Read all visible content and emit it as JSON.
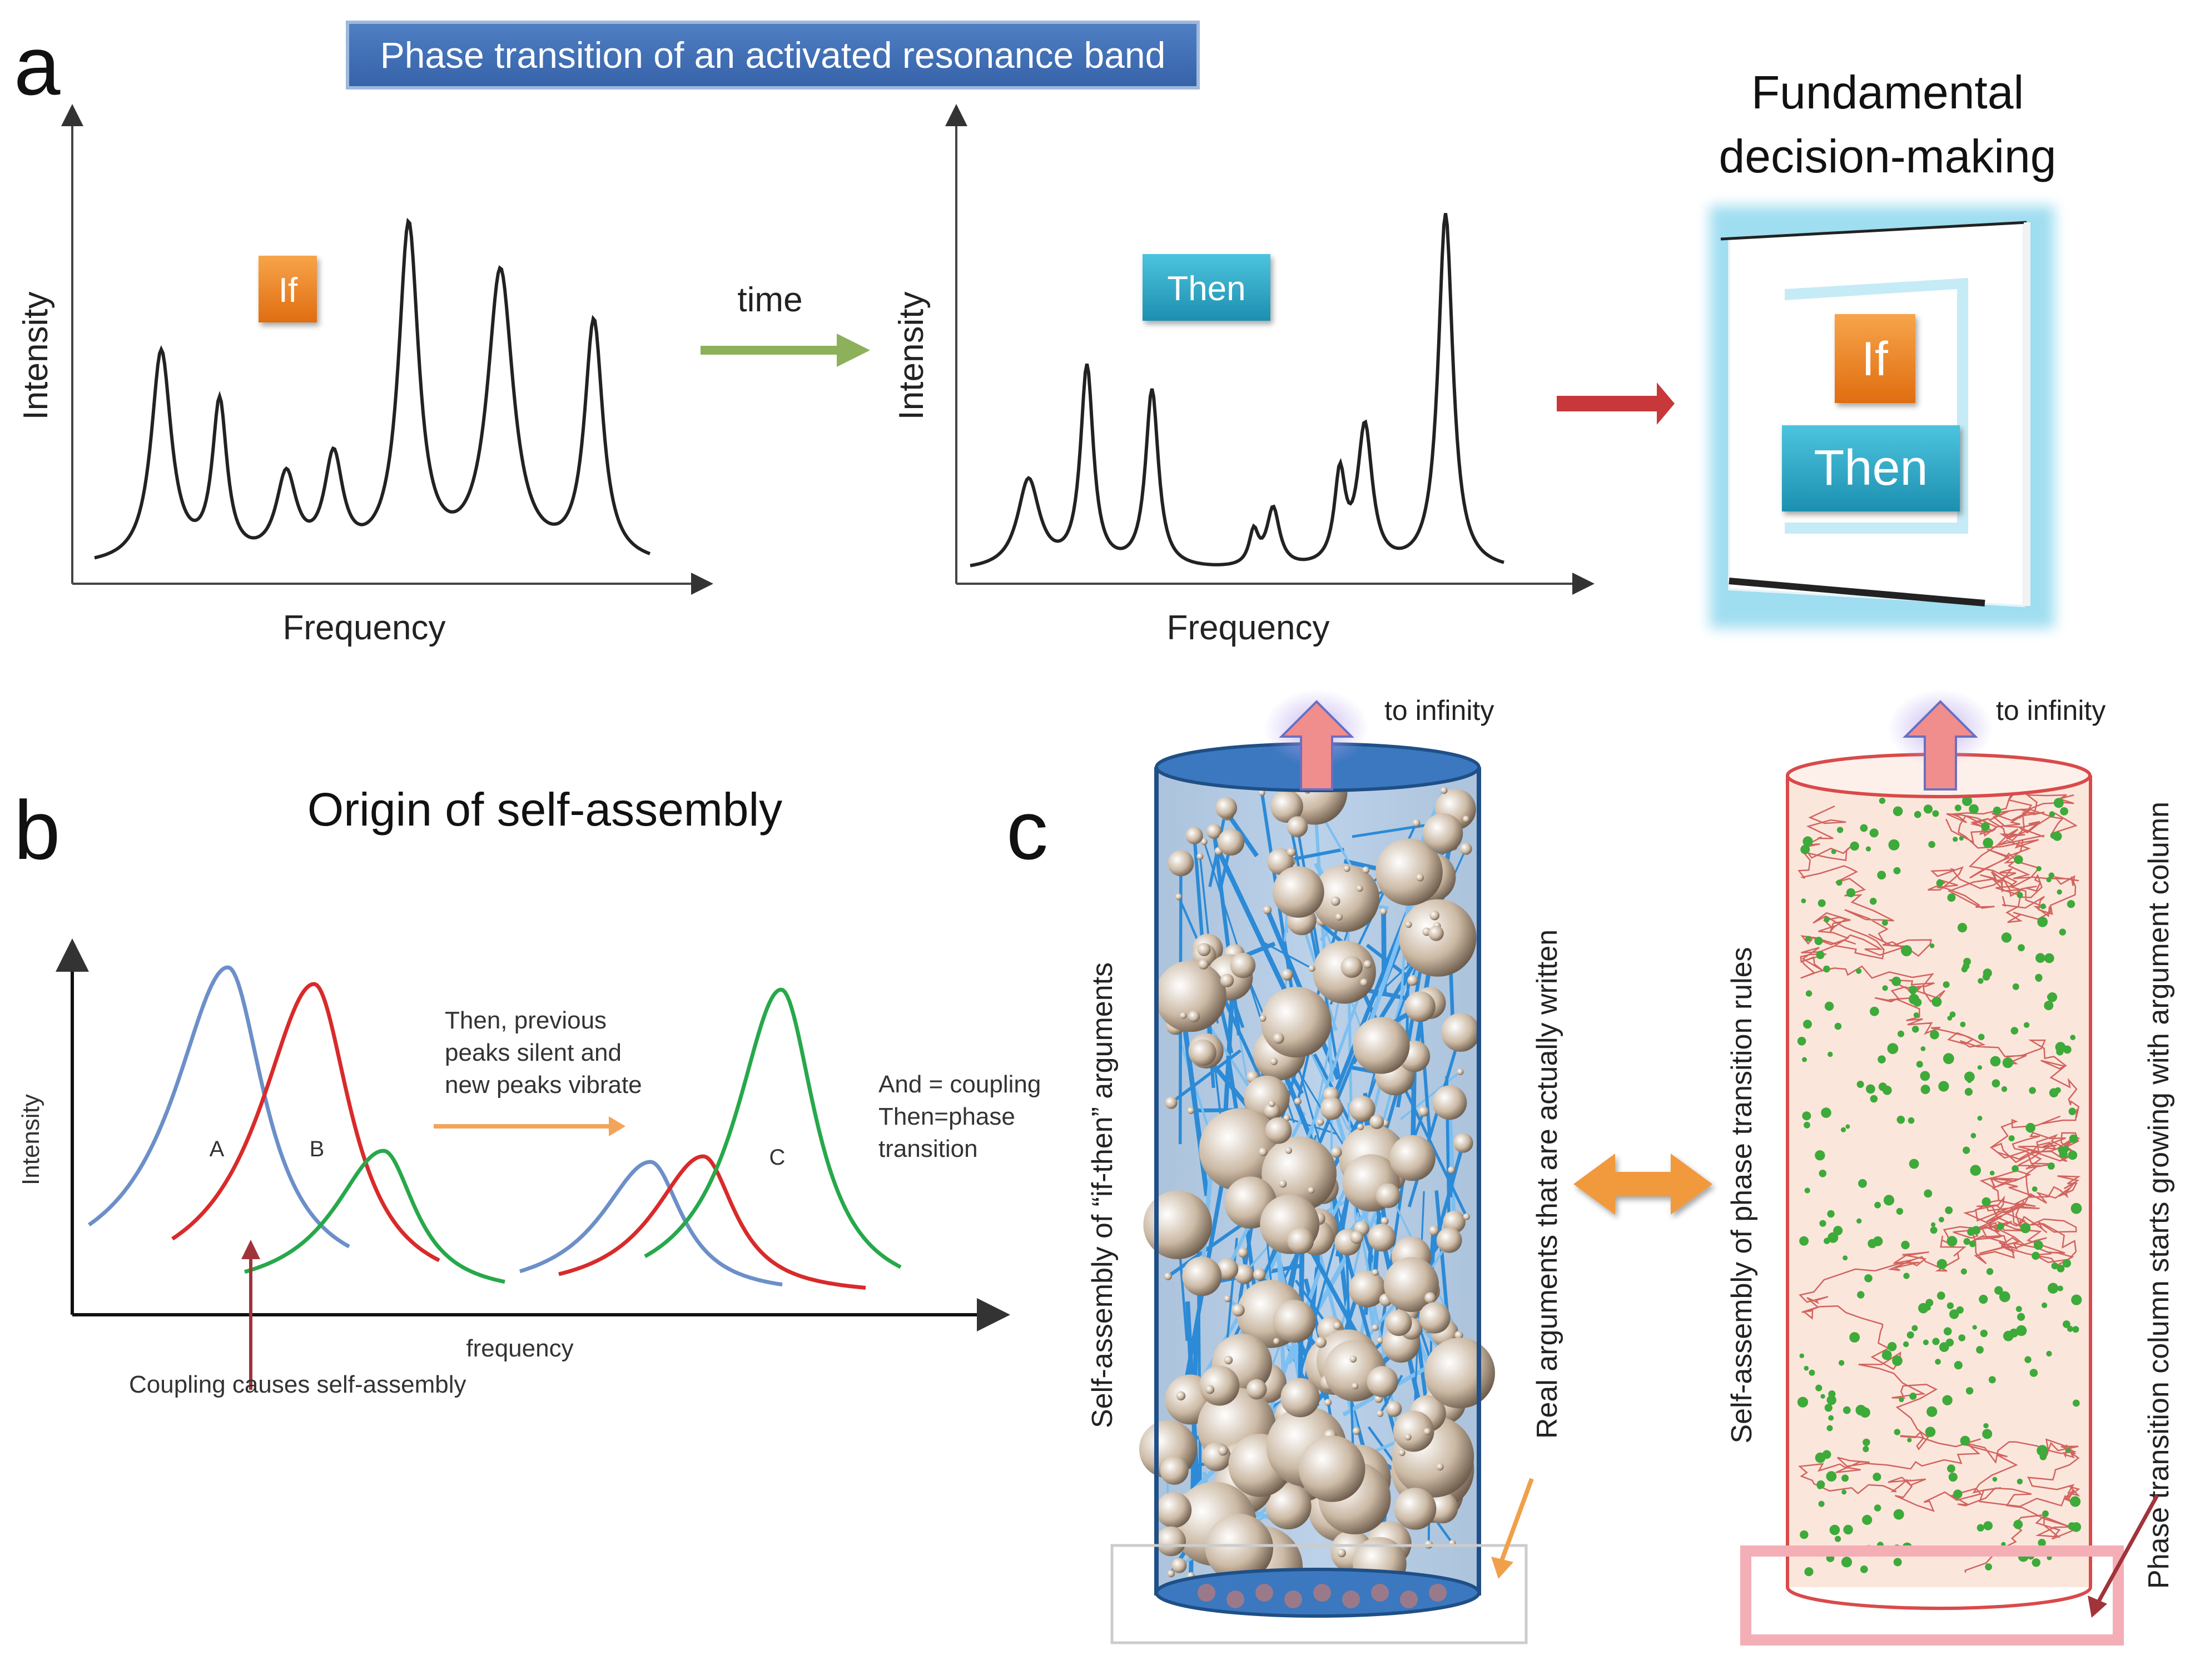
{
  "panel_a": {
    "letter": "a",
    "banner": "Phase transition of an activated resonance band",
    "left_plot": {
      "ylabel": "Intensity",
      "xlabel": "Frequency",
      "tag": "If"
    },
    "time_label": "time",
    "right_plot": {
      "ylabel": "Intensity",
      "xlabel": "Frequency",
      "tag": "Then"
    },
    "decision_title_line1": "Fundamental",
    "decision_title_line2": "decision-making",
    "decision_if": "If",
    "decision_then": "Then",
    "colors": {
      "banner": "#3f6fb5",
      "if_tag": "#f07f1c",
      "then_tag": "#2ea7c6",
      "green_arrow": "#8cb15a",
      "red_arrow": "#c8373a"
    }
  },
  "panel_b": {
    "letter": "b",
    "title": "Origin of self-assembly",
    "ylabel": "Intensity",
    "xlabel": "frequency",
    "peak_a": "A",
    "peak_b": "B",
    "peak_c": "C",
    "note_line1": "Then, previous",
    "note_line2": "peaks silent and",
    "note_line3": "new peaks vibrate",
    "rule_line1": "And = coupling",
    "rule_line2": "Then=phase",
    "rule_line3": "transition",
    "coupling_note": "Coupling causes self-assembly",
    "colors": {
      "blue": "#6c8fc8",
      "red": "#d92a2a",
      "green": "#27a84a",
      "orange": "#f2a55a"
    }
  },
  "panel_c": {
    "letter": "c",
    "left_infinity": "to infinity",
    "right_infinity": "to infinity",
    "left_column_label": "Self-assembly of “if-then” arguments",
    "left_side_label": "Real arguments that are actually written",
    "right_column_label": "Self-assembly of phase transition rules",
    "right_side_label": "Phase transition column starts growing with argument column",
    "colors": {
      "blue_column": "#2f6fb3",
      "pink_column": "#fbe6dc",
      "pink_edge": "#d94a4a",
      "double_arrow": "#f19a3e"
    }
  }
}
